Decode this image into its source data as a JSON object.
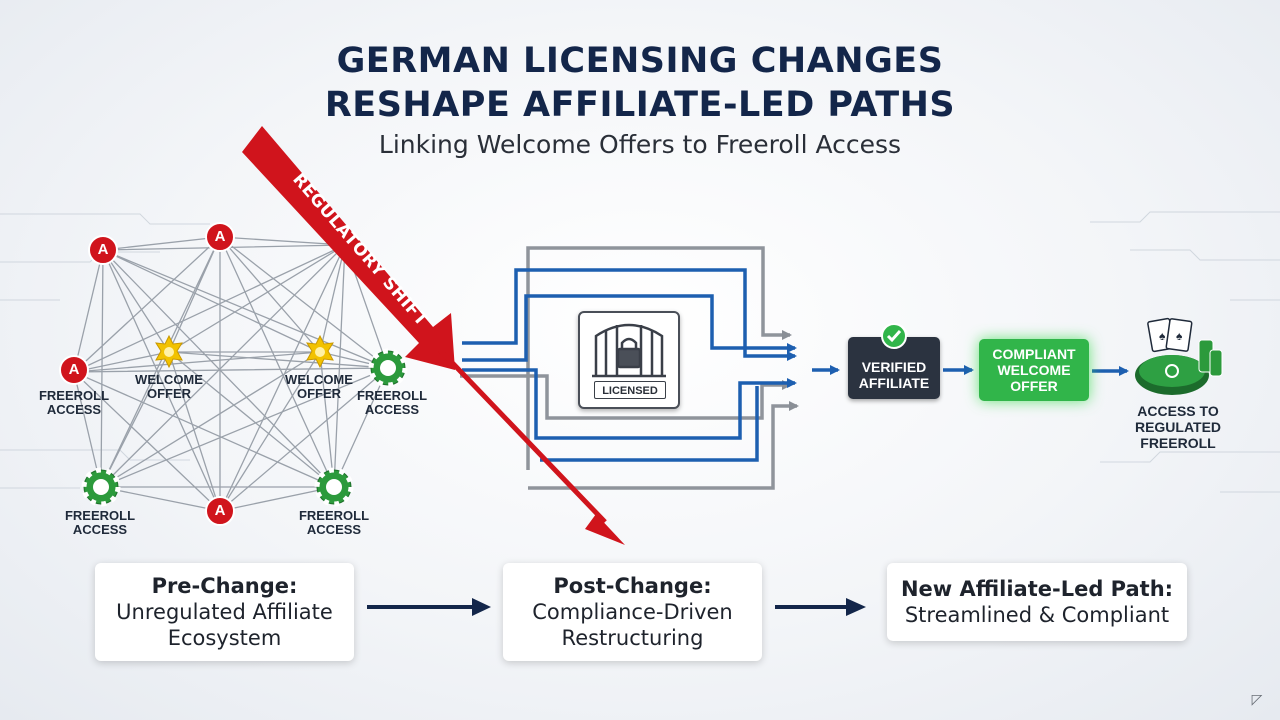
{
  "header": {
    "title_line1": "GERMAN LICENSING CHANGES",
    "title_line2": "RESHAPE AFFILIATE-LED PATHS",
    "subtitle": "Linking Welcome Offers to Freeroll Access"
  },
  "shift_banner": "REGULATORY SHIFT",
  "network": {
    "affiliate_letter": "A",
    "welcome_offer": [
      "WELCOME",
      "OFFER"
    ],
    "freeroll_access": [
      "FREEROLL",
      "ACCESS"
    ]
  },
  "gate": {
    "label": "LICENSED"
  },
  "flow": {
    "verified": [
      "VERIFIED",
      "AFFILIATE"
    ],
    "compliant": [
      "COMPLIANT",
      "WELCOME",
      "OFFER"
    ],
    "destination": [
      "ACCESS TO",
      "REGULATED",
      "FREEROLL"
    ]
  },
  "stages": [
    {
      "title": "Pre-Change:",
      "desc_line1": "Unregulated Affiliate",
      "desc_line2": "Ecosystem"
    },
    {
      "title": "Post-Change:",
      "desc_line1": "Compliance-Driven",
      "desc_line2": "Restructuring"
    },
    {
      "title": "New Affiliate-Led Path:",
      "desc_line1": "Streamlined & Compliant",
      "desc_line2": ""
    }
  ],
  "colors": {
    "navy": "#13264a",
    "red": "#d0141c",
    "blue": "#1d5fb0",
    "green": "#31b54a",
    "gold": "#f2c200",
    "dark_box": "#2b3340"
  },
  "icons": [
    "affiliate-icon",
    "star-icon",
    "poker-chip-icon",
    "lock-gate-icon",
    "checkmark-icon",
    "poker-table-icon",
    "cards-icon"
  ]
}
